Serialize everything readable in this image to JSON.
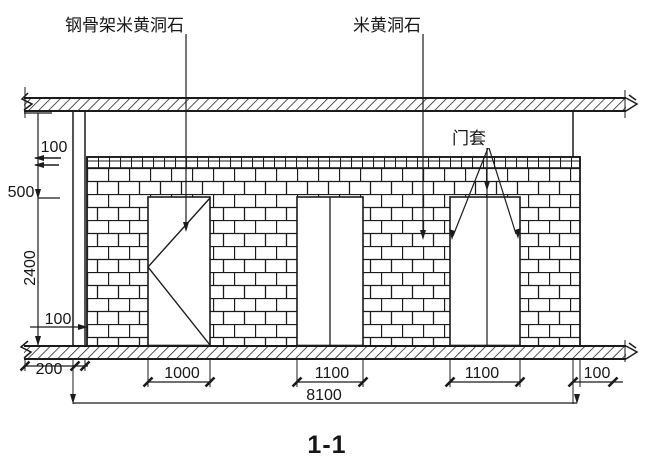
{
  "drawing": {
    "title": "1-1",
    "callouts": {
      "steel_frame_stone": "钢骨架米黄洞石",
      "stone": "米黄洞石",
      "door_casing": "门套"
    },
    "dims": {
      "v_coping": "100",
      "v_lintel": "500",
      "v_door_height": "2400",
      "v_base": "100",
      "h_left_offset": "200",
      "h_door1": "1000",
      "h_door2": "1100",
      "h_door3": "1100",
      "h_right_offset": "100",
      "h_total": "8100"
    },
    "colors": {
      "ink": "#1b1b1b",
      "paper": "#ffffff"
    }
  }
}
